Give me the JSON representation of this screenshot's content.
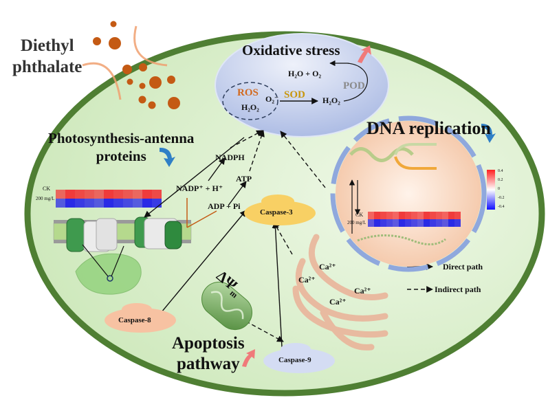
{
  "pollutant": {
    "line1": "Diethyl",
    "line2": "phthalate"
  },
  "oxidative_stress": {
    "title": "Oxidative stress",
    "trend": "up",
    "ros_label": "ROS",
    "ros_h2o2": "H₂O₂",
    "ros_o2": "O₂⁻",
    "sod_label": "SOD",
    "product_h2o2": "H₂O₂",
    "products": "H₂O + O₂",
    "pod_label": "POD"
  },
  "photosynthesis": {
    "title_line1": "Photosynthesis-antenna",
    "title_line2": "proteins",
    "trend": "down",
    "heatmap_rows": [
      "CK",
      "200 mg/L"
    ],
    "heatmap_gene_count": 11
  },
  "energy": {
    "nadph": "NADPH",
    "nadp": "NADP⁺ + H⁺",
    "atp": "ATP",
    "adp": "ADP + Pi"
  },
  "dna_replication": {
    "title": "DNA replication",
    "trend": "down",
    "heatmap_rows": [
      "CK",
      "200 mg/L"
    ],
    "heatmap_gene_count": 15,
    "colorbar_ticks": [
      "0.4",
      "0.2",
      "0",
      "-0.2",
      "-0.4"
    ]
  },
  "caspases": {
    "casp3": "Caspase-3",
    "casp8": "Caspase-8",
    "casp9": "Caspase-9"
  },
  "mitochondria": {
    "symbol": "ΔΨ",
    "subscript": "m"
  },
  "calcium": {
    "ion": "Ca²⁺"
  },
  "apoptosis": {
    "line1": "Apoptosis",
    "line2": "pathway",
    "trend": "up"
  },
  "legend": {
    "direct": "Direct path",
    "indirect": "Indirect path"
  },
  "colors": {
    "cell_wall": "#4f7f33",
    "cytoplasm": "#d8efc9",
    "pollutant": "#c45a14",
    "ros": "#d2691e",
    "sod": "#c8960c",
    "pod": "#8a8a8a",
    "up_arrow": "#f07a7a",
    "down_arrow": "#2f7fc6",
    "heat_high": "#f03b3b",
    "heat_low": "#2a2ae6"
  }
}
